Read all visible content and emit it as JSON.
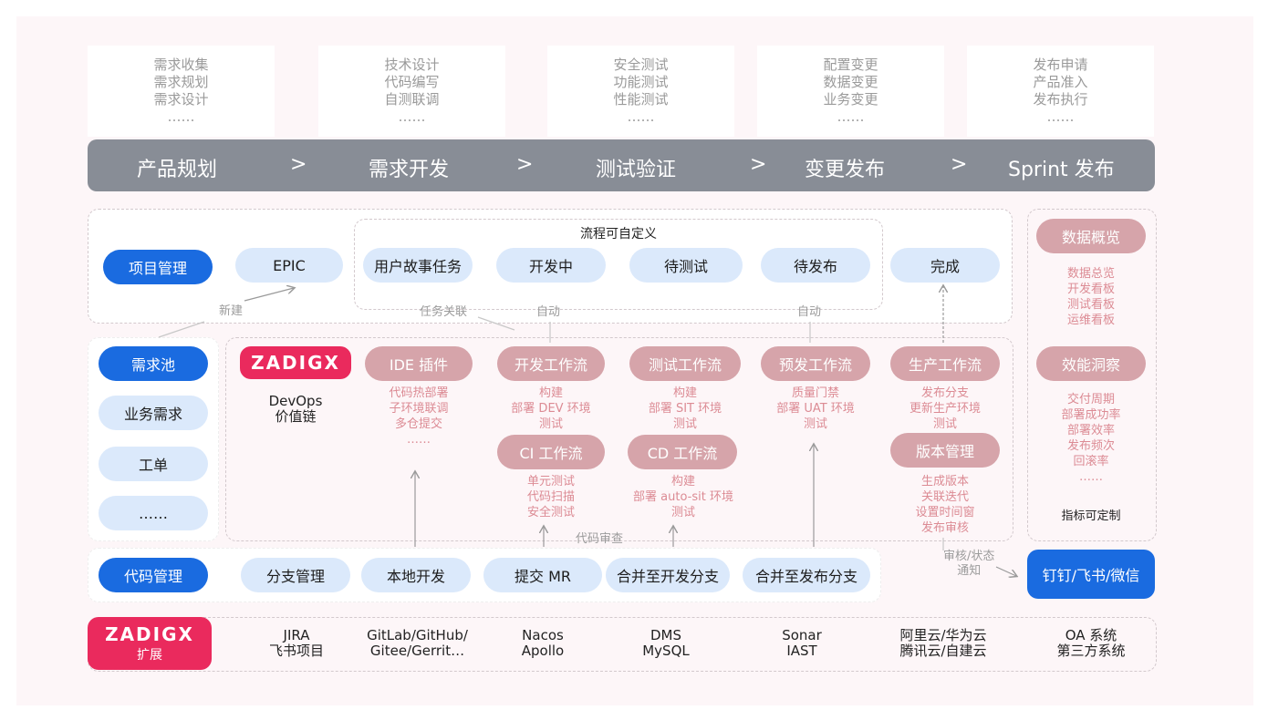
{
  "stages": {
    "boxes": [
      [
        "需求收集",
        "需求规划",
        "需求设计",
        "……"
      ],
      [
        "技术设计",
        "代码编写",
        "自测联调",
        "……"
      ],
      [
        "安全测试",
        "功能测试",
        "性能测试",
        "……"
      ],
      [
        "配置变更",
        "数据变更",
        "业务变更",
        "……"
      ],
      [
        "发布申请",
        "产品准入",
        "发布执行",
        "……"
      ]
    ],
    "labels": [
      "产品规划",
      "需求开发",
      "测试验证",
      "变更发布",
      "Sprint 发布"
    ],
    "sep": ">"
  },
  "project": {
    "title": "项目管理",
    "epic": "EPIC",
    "flow_title": "流程可自定义",
    "steps": [
      "用户故事任务",
      "开发中",
      "待测试",
      "待发布",
      "完成"
    ],
    "new_label": "新建",
    "task_link": "任务关联",
    "auto1": "自动",
    "auto2": "自动"
  },
  "demand": {
    "items": [
      "需求池",
      "业务需求",
      "工单",
      "……"
    ]
  },
  "zadig": {
    "logo": "ZADIGX",
    "devops": "DevOps",
    "value_chain": "价值链",
    "ide": {
      "title": "IDE 插件",
      "items": [
        "代码热部署",
        "子环境联调",
        "多仓提交",
        "……"
      ]
    },
    "dev": {
      "title": "开发工作流",
      "items": [
        "构建",
        "部署 DEV 环境",
        "测试"
      ]
    },
    "test": {
      "title": "测试工作流",
      "items": [
        "构建",
        "部署 SIT 环境",
        "测试"
      ]
    },
    "pre": {
      "title": "预发工作流",
      "items": [
        "质量门禁",
        "部署 UAT 环境",
        "测试"
      ]
    },
    "prod": {
      "title": "生产工作流",
      "items": [
        "发布分支",
        "更新生产环境",
        "测试"
      ]
    },
    "ci": {
      "title": "CI 工作流",
      "items": [
        "单元测试",
        "代码扫描",
        "安全测试"
      ]
    },
    "cd": {
      "title": "CD 工作流",
      "items": [
        "构建",
        "部署 auto-sit 环境",
        "测试"
      ]
    },
    "version": {
      "title": "版本管理",
      "items": [
        "生成版本",
        "关联迭代",
        "设置时间窗",
        "发布审核"
      ]
    },
    "code_review": "代码审查"
  },
  "data_panel": {
    "overview": "数据概览",
    "overview_items": [
      "数据总览",
      "开发看板",
      "测试看板",
      "运维看板"
    ],
    "insight": "效能洞察",
    "insight_items": [
      "交付周期",
      "部署成功率",
      "部署效率",
      "发布频次",
      "回滚率",
      "……"
    ],
    "custom": "指标可定制"
  },
  "code": {
    "title": "代码管理",
    "steps": [
      "分支管理",
      "本地开发",
      "提交 MR",
      "合并至开发分支",
      "合并至发布分支"
    ],
    "notify_label": [
      "审核/状态",
      "通知"
    ],
    "im": "钉钉/飞书/微信"
  },
  "ext": {
    "logo": "ZADIGX",
    "label": "扩展",
    "items": [
      [
        "JIRA",
        "飞书项目"
      ],
      [
        "GitLab/GitHub/",
        "Gitee/Gerrit…"
      ],
      [
        "Nacos",
        "Apollo"
      ],
      [
        "DMS",
        "MySQL"
      ],
      [
        "Sonar",
        "IAST"
      ],
      [
        "阿里云/华为云",
        "腾讯云/自建云"
      ],
      [
        "OA 系统",
        "第三方系统"
      ]
    ]
  },
  "colors": {
    "bar": "#888d96",
    "blue": "#1a6be0",
    "light_blue": "#dbe9fb",
    "pink": "#d6a4aa",
    "pink_text": "#dc8b94",
    "logo": "#ea2a5d"
  }
}
